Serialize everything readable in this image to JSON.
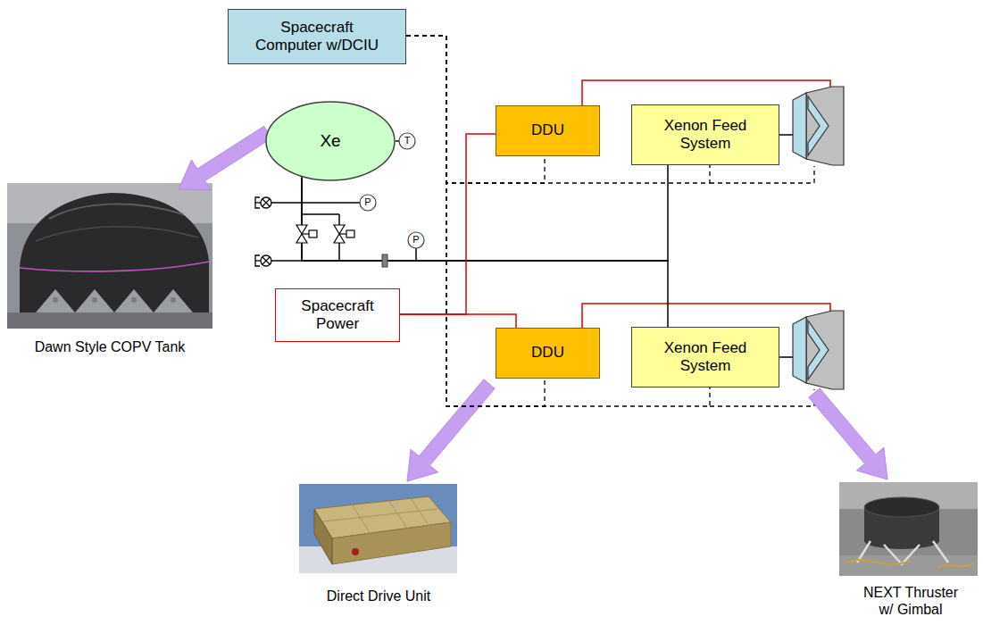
{
  "diagram": {
    "nodes": [
      {
        "text": [
          "Spacecraft Computer w/DCIU"
        ]
      },
      {
        "text": [
          "Xe"
        ]
      },
      {
        "text": [
          "DDU"
        ]
      },
      {
        "text": [
          "Xenon Feed System"
        ]
      },
      {
        "text": [
          "Spacecraft Power"
        ]
      },
      {
        "text": [
          "DDU"
        ]
      },
      {
        "text": [
          "Xenon Feed System"
        ]
      }
    ],
    "edges": [
      {
        "from": 0,
        "to": 2,
        "arrow": "none"
      },
      {
        "from": 0,
        "to": 3,
        "arrow": "none"
      },
      {
        "from": 0,
        "to": 5,
        "arrow": "none"
      },
      {
        "from": 0,
        "to": 6,
        "arrow": "none"
      },
      {
        "from": 1,
        "to": 3,
        "arrow": "none"
      },
      {
        "from": 1,
        "to": 6,
        "arrow": "none"
      },
      {
        "from": 4,
        "to": 2,
        "arrow": "none"
      },
      {
        "from": 4,
        "to": 5,
        "arrow": "none"
      }
    ],
    "labels": [
      "T",
      "P",
      "P",
      "Dawn Style COPV Tank",
      "Direct Drive Unit",
      "NEXT Thruster w/ Gimbal"
    ]
  }
}
